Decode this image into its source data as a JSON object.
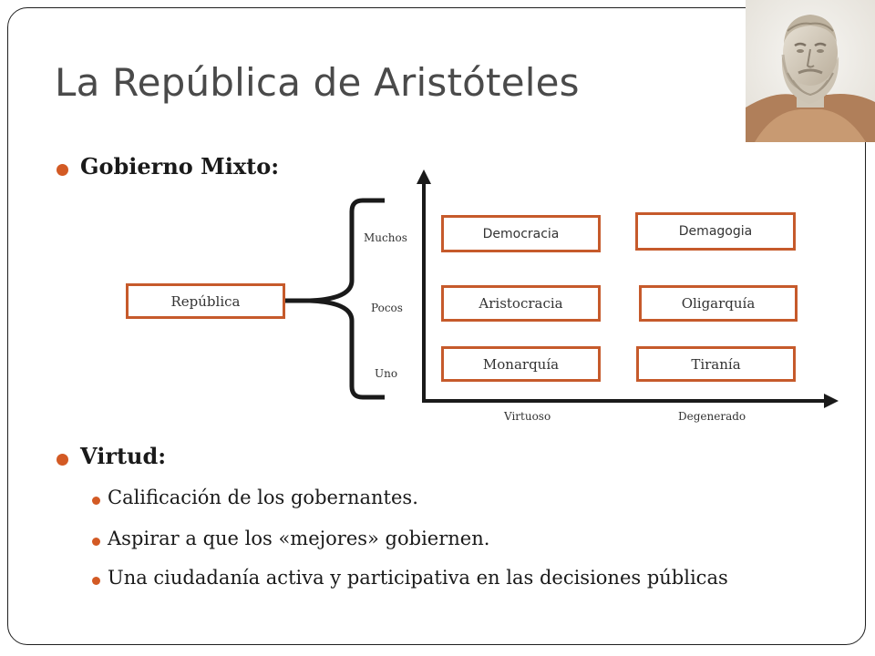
{
  "title": "La República de Aristóteles",
  "bullets": {
    "gobierno": "Gobierno Mixto:",
    "virtud": "Virtud:"
  },
  "virtud_items": [
    "Calificación de los gobernantes.",
    "Aspirar a que los «mejores» gobiernen.",
    "Una ciudadanía activa y participativa en las decisiones públicas"
  ],
  "diagram": {
    "root": "República",
    "rows": [
      "Muchos",
      "Pocos",
      "Uno"
    ],
    "columns": [
      "Virtuoso",
      "Degenerado"
    ],
    "virtuous": [
      "Democracia",
      "Aristocracia",
      "Monarquía"
    ],
    "degenerate": [
      "Demagogia",
      "Oligarquía",
      "Tiranía"
    ]
  },
  "colors": {
    "accent": "#d35a24",
    "box_border": "#c65a2b",
    "title": "#4a4a4a"
  }
}
